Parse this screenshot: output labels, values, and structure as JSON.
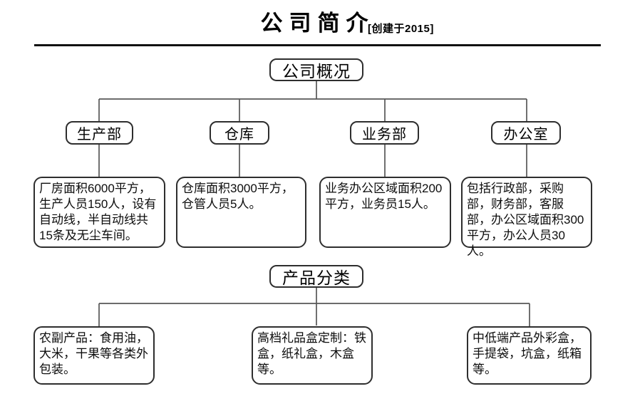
{
  "title": {
    "main": "公司简介",
    "note": "[创建于2015]"
  },
  "overview": {
    "root": "公司概况",
    "branches": [
      {
        "label": "生产部",
        "desc": "厂房面积6000平方，生产人员150人，设有自动线，半自动线共15条及无尘车间。"
      },
      {
        "label": "仓库",
        "desc": "仓库面积3000平方，仓管人员5人。"
      },
      {
        "label": "业务部",
        "desc": "业务办公区域面积200平方，业务员15人。"
      },
      {
        "label": "办公室",
        "desc": "包括行政部，采购部，财务部，客服部，办公区域面积300平方，办公人员30人。"
      }
    ]
  },
  "products": {
    "root": "产品分类",
    "branches": [
      {
        "desc": "农副产品：食用油，大米，干果等各类外包装。"
      },
      {
        "desc": "高档礼品盒定制：铁盒，纸礼盒，木盒等。"
      },
      {
        "desc": "中低端产品外彩盒，手提袋，坑盒，纸箱等。"
      }
    ]
  },
  "colors": {
    "text": "#111111",
    "box_border": "#2e2e2e",
    "connector": "#575757",
    "divider": "#111111",
    "background": "#ffffff"
  }
}
